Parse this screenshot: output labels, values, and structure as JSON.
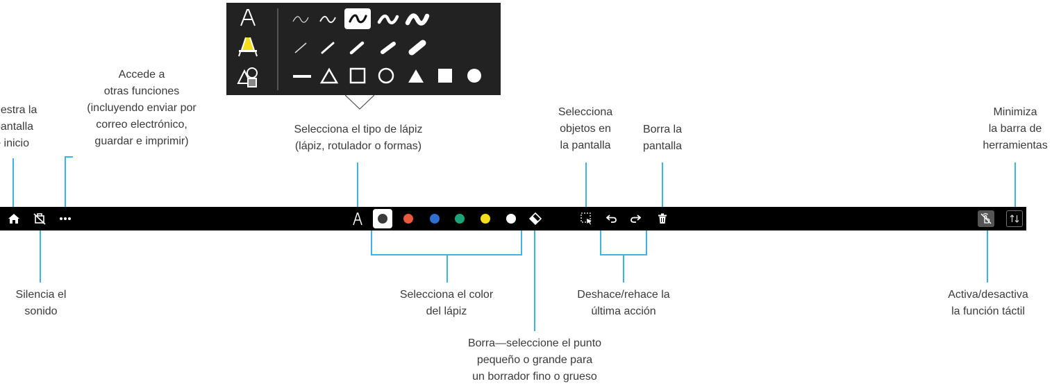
{
  "labels": {
    "home": [
      "uestra la",
      "pantalla",
      "e inicio"
    ],
    "more": [
      "Accede a",
      "otras funciones",
      "(incluyendo enviar por",
      "correo electrónico,",
      "guardar e imprimir)"
    ],
    "pen_type": [
      "Selecciona el tipo de lápiz",
      "(lápiz, rotulador o formas)"
    ],
    "select": [
      "Selecciona",
      "objetos en",
      "la pantalla"
    ],
    "clear": [
      "Borra la",
      "pantalla"
    ],
    "minimize": [
      "Minimiza",
      "la barra de",
      "herramientas"
    ],
    "mute": [
      "Silencia el",
      "sonido"
    ],
    "pen_color": [
      "Selecciona el color",
      "del lápiz"
    ],
    "undo_redo": [
      "Deshace/rehace la",
      "última acción"
    ],
    "touch": [
      "Activa/desactiva",
      "la función táctil"
    ],
    "eraser": [
      "Borra—seleccione el punto",
      "pequeño o grande para",
      "un borrador fino o grueso"
    ]
  },
  "toolbar": {
    "buttons": [
      "home-icon",
      "mute-icon",
      "more-icon",
      "pen-type-icon",
      "eraser-icon",
      "select-icon",
      "undo-icon",
      "redo-icon",
      "trash-icon",
      "touch-toggle-icon",
      "minimize-icon"
    ],
    "colors": [
      "#3a3a3a",
      "#ea5a3c",
      "#2e6fd0",
      "#1aa47a",
      "#f3dd1c",
      "#ffffff"
    ],
    "selected_color_index": 0
  },
  "popup": {
    "tools": [
      "pen-icon",
      "marker-icon",
      "shapes-icon"
    ],
    "selected_stroke_index": 2,
    "shapes": [
      "line",
      "triangle-outline",
      "square-outline",
      "circle-outline",
      "triangle-filled",
      "square-filled",
      "circle-filled"
    ],
    "highlight": "#f3dd1c"
  }
}
